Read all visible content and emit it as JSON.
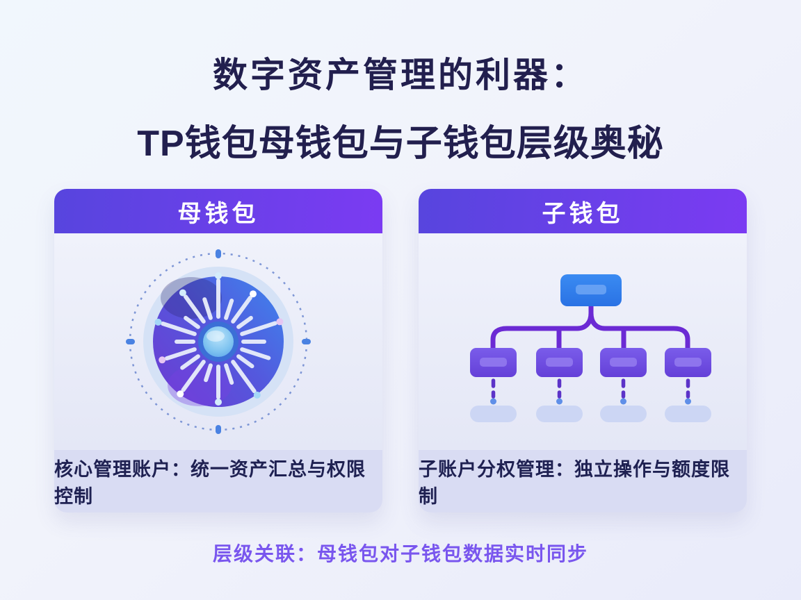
{
  "header": {
    "title_line1": "数字资产管理的利器：",
    "title_line2": "TP钱包母钱包与子钱包层级奥秘"
  },
  "cards": [
    {
      "id": "parent-wallet",
      "header_label": "母钱包",
      "icon": "hub-spoke-icon",
      "caption": "核心管理账户：统一资产汇总与权限控制"
    },
    {
      "id": "child-wallet",
      "header_label": "子钱包",
      "icon": "tree-hierarchy-icon",
      "caption": "子账户分权管理：独立操作与额度限制"
    }
  ],
  "footnote": "层级关联：母钱包对子钱包数据实时同步",
  "colors": {
    "page_bg_start": "#f1f7fd",
    "page_bg_end": "#e9ebfa",
    "title_text": "#221f4e",
    "header_grad_start": "#5745de",
    "header_grad_end": "#7b3bf2",
    "header_text": "#ffffff",
    "card_footer_bg": "#d9dcf3",
    "caption_text": "#1f2152",
    "footnote_text": "#7956ee",
    "root_node_fill": "#2e7fee",
    "child_node_fill": "#6c4de2",
    "connector_stroke": "#6b2ad4",
    "ghost_node_fill": "#ccd6f4",
    "icon_disc_blue": "#3f82ec",
    "icon_disc_purple": "#6c3bd2",
    "icon_center_blue": "#7ec3f0"
  }
}
